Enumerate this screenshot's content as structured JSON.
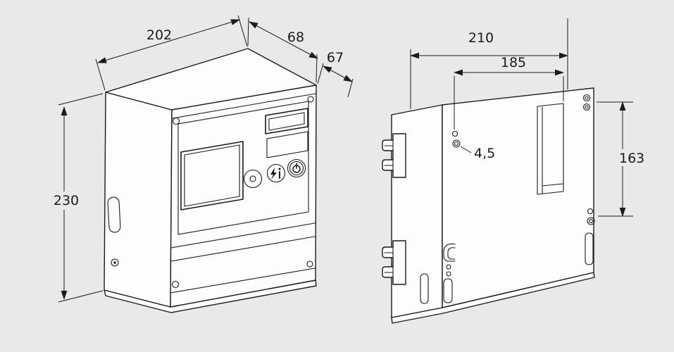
{
  "page": {
    "background": "#e9e9e9",
    "line_color": "#1b1b1b"
  },
  "front_view": {
    "dims": {
      "width": "202",
      "top_depth": "68",
      "body_depth": "67",
      "height": "230"
    },
    "panel_icons": [
      "dot-button-icon",
      "lightning-info-icon",
      "power-standby-icon"
    ]
  },
  "rear_view": {
    "dims": {
      "overall_width": "210",
      "hole_pitch_horizontal": "185",
      "hole_diameter": "4,5",
      "hole_pitch_vertical": "163"
    }
  }
}
